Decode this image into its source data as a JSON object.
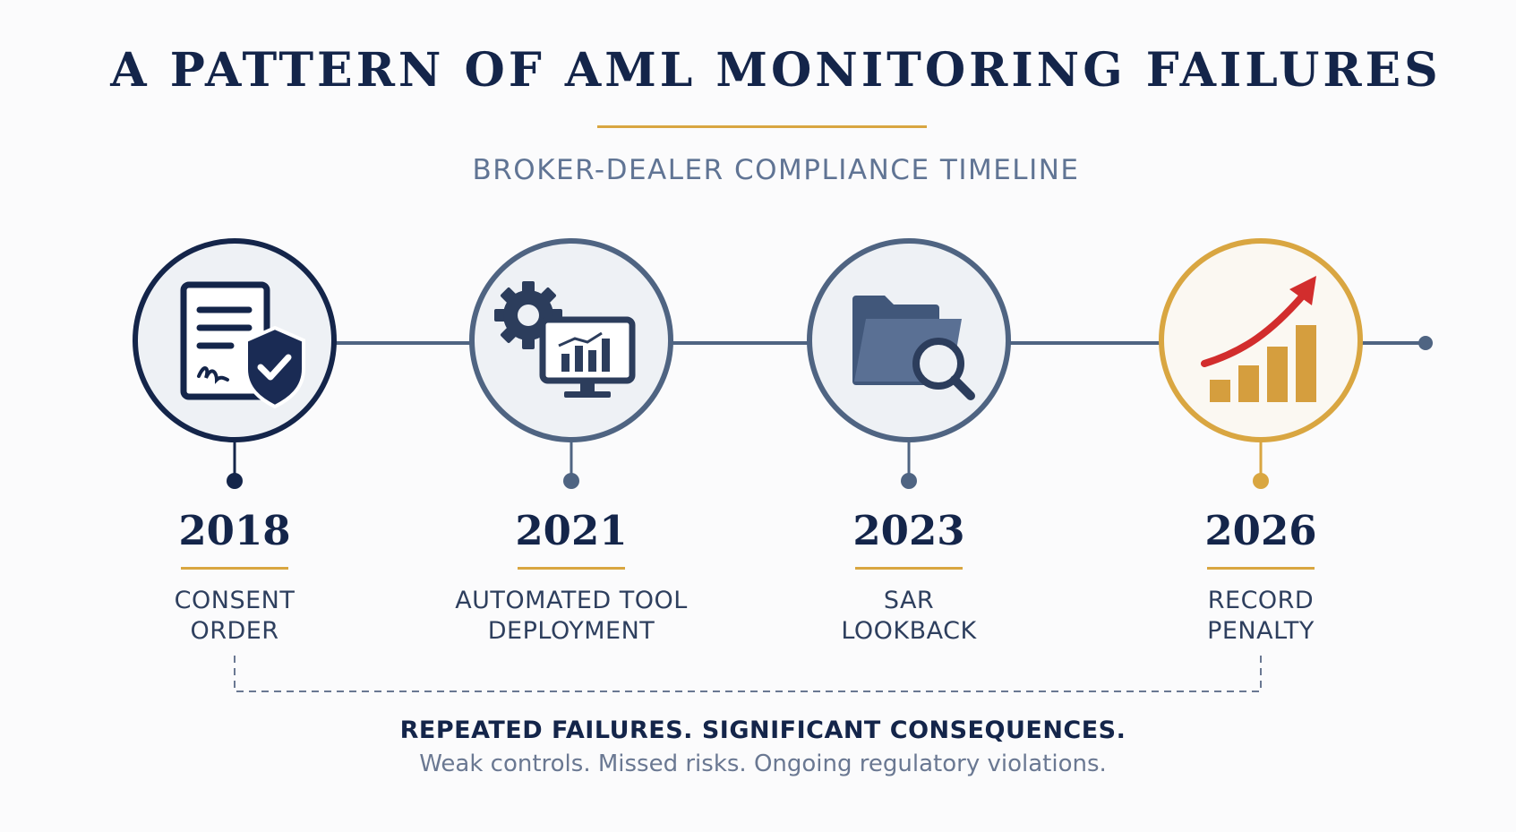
{
  "header": {
    "title": "A PATTERN OF AML MONITORING FAILURES",
    "subtitle": "BROKER-DEALER COMPLIANCE TIMELINE"
  },
  "milestones": [
    {
      "year": "2018",
      "label_line1": "CONSENT",
      "label_line2": "ORDER",
      "icon": "document-shield-check-icon"
    },
    {
      "year": "2021",
      "label_line1": "AUTOMATED TOOL",
      "label_line2": "DEPLOYMENT",
      "icon": "gear-monitor-chart-icon"
    },
    {
      "year": "2023",
      "label_line1": "SAR",
      "label_line2": "LOOKBACK",
      "icon": "folder-magnifier-icon"
    },
    {
      "year": "2026",
      "label_line1": "RECORD",
      "label_line2": "PENALTY",
      "icon": "rising-bar-chart-icon"
    }
  ],
  "summary": {
    "headline": "REPEATED FAILURES. SIGNIFICANT CONSEQUENCES.",
    "detail": "Weak controls. Missed risks. Ongoing regulatory violations."
  },
  "colors": {
    "navy": "#14254a",
    "slate": "#4f6482",
    "gold": "#d9a641",
    "red": "#d22d2d",
    "circle_fill": "#eef1f5"
  }
}
